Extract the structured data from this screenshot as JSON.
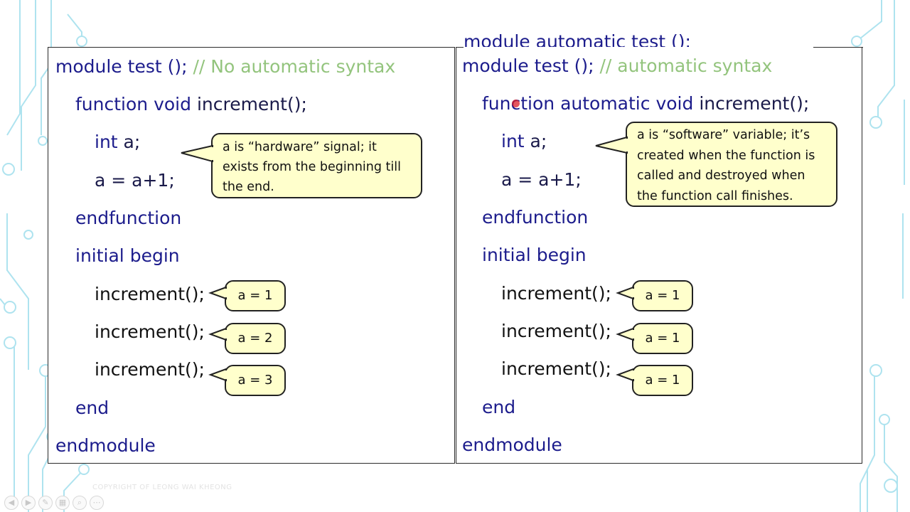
{
  "slide": {
    "cut_off_heading": "module automatic test ();",
    "footer_copyright": "COPYRIGHT OF LEONG WAI KHEONG"
  },
  "left_panel": {
    "line1": {
      "kw": "module test ();",
      "comment": "// No automatic syntax"
    },
    "line2": {
      "kw": "function void",
      "id": "increment();"
    },
    "line3": {
      "ty": "int",
      "id": "a;"
    },
    "line4": {
      "text": "a = a+1;"
    },
    "line5": {
      "kw": "endfunction"
    },
    "line6": {
      "kw": "initial begin"
    },
    "calls": [
      "increment();",
      "increment();",
      "increment();"
    ],
    "line10": {
      "kw": "end"
    },
    "line11": {
      "kw": "endmodule"
    },
    "note": "a is “hardware” signal; it exists from the beginning till the end.",
    "results": [
      "a = 1",
      "a = 2",
      "a = 3"
    ]
  },
  "right_panel": {
    "line1": {
      "kw": "module test ();",
      "comment": "// automatic syntax"
    },
    "line2": {
      "kw": "function automatic void",
      "id": "increment();"
    },
    "line3": {
      "ty": "int",
      "id": "a;"
    },
    "line4": {
      "text": "a = a+1;"
    },
    "line5": {
      "kw": "endfunction"
    },
    "line6": {
      "kw": "initial begin"
    },
    "calls": [
      "increment();",
      "increment();",
      "increment();"
    ],
    "line10": {
      "kw": "end"
    },
    "line11": {
      "kw": "endmodule"
    },
    "note": "a is “software” variable; it’s created when the function is called and destroyed when the function call finishes.",
    "results": [
      "a = 1",
      "a = 1",
      "a = 1"
    ]
  },
  "toolbar": {
    "icons": [
      "back-icon",
      "forward-icon",
      "pen-icon",
      "slides-icon",
      "zoom-icon",
      "more-icon"
    ],
    "glyphs": [
      "◀",
      "▶",
      "✎",
      "▦",
      "⌕",
      "⋯"
    ]
  },
  "colors": {
    "keyword": "#1c1c8c",
    "comment": "#93c47d",
    "callout_fill": "#ffffcc",
    "circuit_lines": "#aee3ef"
  }
}
